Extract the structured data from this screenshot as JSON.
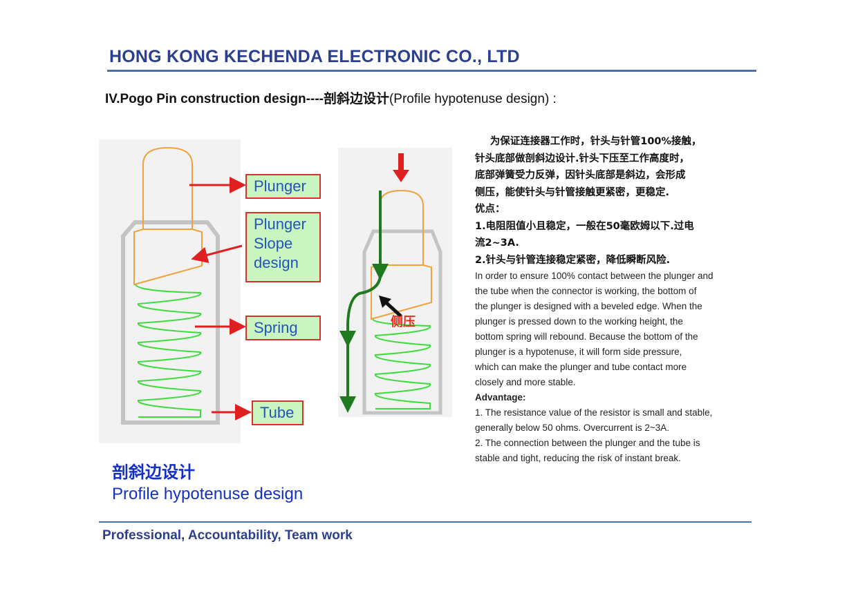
{
  "header": {
    "company": "HONG KONG KECHENDA ELECTRONIC CO.,  LTD"
  },
  "section": {
    "title": "IV.Pogo Pin construction design----剖斜边设计",
    "subtitle": "(Profile hypotenuse design) :"
  },
  "figure_left": {
    "callouts": {
      "plunger": "Plunger",
      "slope_1": "Plunger",
      "slope_2": "Slope",
      "slope_3": "design",
      "spring": "Spring",
      "tube": "Tube"
    }
  },
  "figure_right": {
    "side_pressure_label": "侧压"
  },
  "caption": {
    "cn": "剖斜边设计",
    "en": "Profile hypotenuse design"
  },
  "description": {
    "cn_lines": [
      "为保证连接器工作时，针头与针管100%接触，",
      "针头底部做剖斜边设计.针头下压至工作高度时，",
      "底部弹簧受力反弹，因针头底部是斜边，会形成",
      "侧压，能使针头与针管接触更紧密，更稳定.",
      "优点：",
      "1.电阻阻值小且稳定，一般在50毫欧姆以下.过电",
      "流2~3A.",
      "2.针头与针管连接稳定紧密，降低瞬断风险."
    ],
    "en_lines": [
      "In order to ensure 100% contact between the plunger and",
      "the tube when the connector is working, the bottom of",
      "the plunger is designed with a beveled edge. When the",
      "plunger is pressed down to the working height, the",
      "bottom spring will rebound. Because the bottom of the",
      "plunger is a hypotenuse, it will form side pressure,",
      "which can make the plunger and tube contact more",
      "closely and more stable."
    ],
    "advantage_title": "Advantage:",
    "advantage_lines": [
      "1. The resistance value of the resistor is small and stable,",
      "generally below 50 ohms. Overcurrent is 2~3A.",
      "2. The connection between the plunger and the tube is",
      "stable and tight, reducing the risk of instant break."
    ]
  },
  "footer": {
    "motto": "Professional, Accountability, Team work"
  },
  "colors": {
    "title_blue": "#2c3f8f",
    "rule": "#4a6fb0",
    "plunger": "#f0a23c",
    "spring": "#3ddc3d",
    "tube": "#c8c8c8",
    "arrow_red": "#e02020",
    "flow_green": "#1f7a1f"
  }
}
